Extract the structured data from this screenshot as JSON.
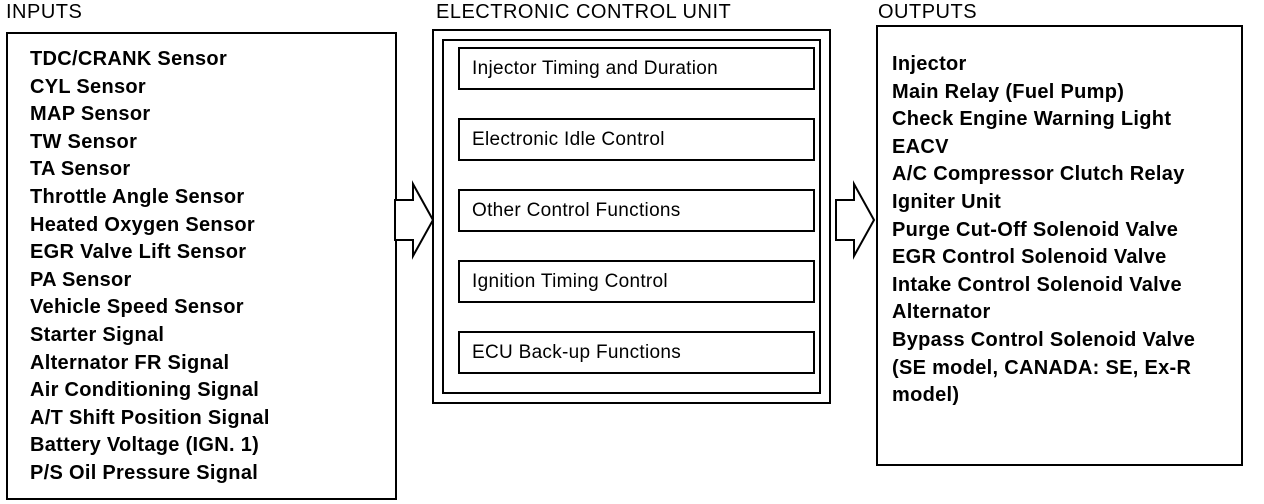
{
  "inputs": {
    "heading": "INPUTS",
    "items": [
      "TDC/CRANK Sensor",
      "CYL Sensor",
      "MAP Sensor",
      "TW Sensor",
      "TA Sensor",
      "Throttle Angle Sensor",
      "Heated Oxygen Sensor",
      "EGR Valve Lift Sensor",
      "PA Sensor",
      "Vehicle Speed Sensor",
      "Starter Signal",
      "Alternator FR Signal",
      "Air Conditioning Signal",
      "A/T Shift Position Signal",
      "Battery Voltage (IGN. 1)",
      "P/S Oil Pressure Signal"
    ]
  },
  "ecu": {
    "heading": "ELECTRONIC CONTROL UNIT",
    "functions": [
      "Injector Timing and Duration",
      "Electronic Idle Control",
      "Other Control Functions",
      "Ignition Timing Control",
      "ECU Back-up Functions"
    ]
  },
  "outputs": {
    "heading": "OUTPUTS",
    "items": [
      "Injector",
      "Main Relay (Fuel Pump)",
      "Check Engine Warning Light",
      "EACV",
      "A/C Compressor Clutch Relay",
      "Igniter Unit",
      "Purge Cut-Off Solenoid Valve",
      "EGR Control Solenoid Valve",
      "Intake Control Solenoid Valve",
      "Alternator",
      "Bypass Control Solenoid Valve",
      "(SE model, CANADA: SE, Ex-R",
      "model)"
    ]
  }
}
